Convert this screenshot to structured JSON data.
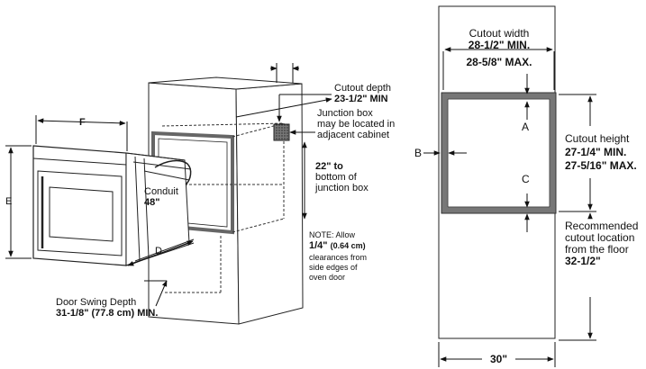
{
  "left_diagram": {
    "dim_f": "F",
    "dim_e": "E",
    "dim_d": "D",
    "cutout_depth_label": "Cutout depth",
    "cutout_depth_value": "23-1/2\" MIN",
    "junction_box_line1": "Junction box",
    "junction_box_line2": "may be located in",
    "junction_box_line3": "adjacent cabinet",
    "junction_height_line1": "22\" to",
    "junction_height_line2": "bottom of",
    "junction_height_line3": "junction box",
    "conduit_label": "Conduit",
    "conduit_length": "48\"",
    "note_line1": "NOTE: Allow",
    "note_value": "1/4\"",
    "note_metric": "(0.64 cm)",
    "note_line2": "clearances from",
    "note_line3": "side edges of",
    "note_line4": "oven door",
    "door_swing_label": "Door Swing Depth",
    "door_swing_value": "31-1/8\" (77.8 cm) MIN."
  },
  "right_diagram": {
    "cutout_width_label": "Cutout width",
    "cutout_width_min": "28-1/2\" MIN.",
    "cutout_width_max": "28-5/8\" MAX.",
    "marker_a": "A",
    "marker_b": "B",
    "marker_c": "C",
    "cutout_height_label": "Cutout height",
    "cutout_height_min": "27-1/4\" MIN.",
    "cutout_height_max": "27-5/16\" MAX.",
    "location_line1": "Recommended",
    "location_line2": "cutout location",
    "location_line3": "from the floor",
    "location_value": "32-1/2\"",
    "cabinet_width": "30\""
  }
}
